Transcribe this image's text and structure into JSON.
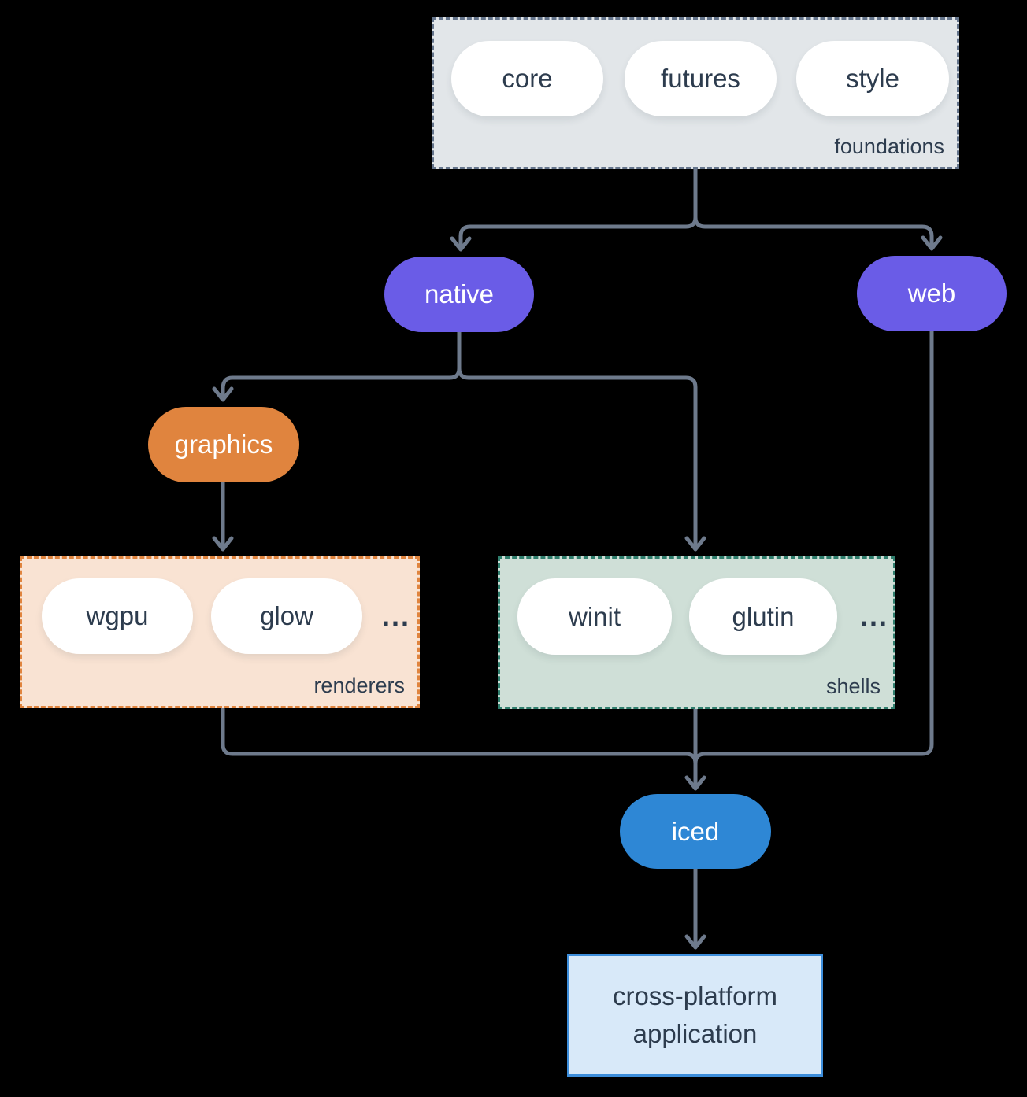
{
  "canvas": {
    "background": "#000000",
    "connector_color": "#6e7a8c"
  },
  "groups": {
    "foundations": {
      "label": "foundations",
      "bg": "#e2e6e9",
      "border": "#64748b",
      "pills": [
        "core",
        "futures",
        "style"
      ]
    },
    "renderers": {
      "label": "renderers",
      "bg": "#f9e3d3",
      "border": "#e0843e",
      "pills": [
        "wgpu",
        "glow"
      ],
      "ellipsis": "..."
    },
    "shells": {
      "label": "shells",
      "bg": "#cfdfd7",
      "border": "#2f7e6d",
      "pills": [
        "winit",
        "glutin"
      ],
      "ellipsis": "..."
    }
  },
  "nodes": {
    "native": {
      "label": "native",
      "bg": "#6a5ce7"
    },
    "web": {
      "label": "web",
      "bg": "#6a5ce7"
    },
    "graphics": {
      "label": "graphics",
      "bg": "#e0843e"
    },
    "iced": {
      "label": "iced",
      "bg": "#2e87d5"
    }
  },
  "application": {
    "line1": "cross-platform",
    "line2": "application",
    "bg": "#d8e9f9",
    "border": "#3d8edb"
  }
}
